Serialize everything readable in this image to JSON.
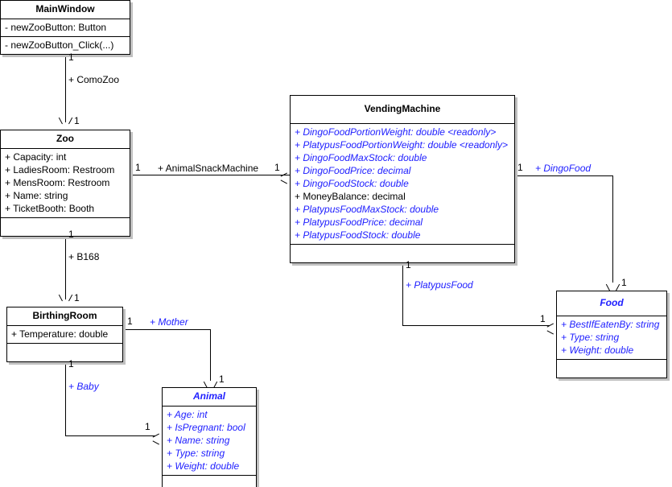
{
  "diagram": {
    "type": "uml-class-diagram",
    "colors": {
      "property": "#2020ff",
      "field": "#000000",
      "background": "#ffffff",
      "border": "#000000",
      "shadow": "#c0c0c0"
    }
  },
  "classes": {
    "mainwindow": {
      "name": "MainWindow",
      "abstract": false,
      "members": [
        "- newZooButton: Button"
      ],
      "methods": [
        "- newZooButton_Click(...)"
      ]
    },
    "zoo": {
      "name": "Zoo",
      "abstract": false,
      "members": [
        "+ Capacity: int",
        "+ LadiesRoom: Restroom",
        "+ MensRoom: Restroom",
        "+ Name: string",
        "+ TicketBooth: Booth"
      ],
      "methods": []
    },
    "vendingmachine": {
      "name": "VendingMachine",
      "abstract": false,
      "members": [
        {
          "text": "+ DingoFoodPortionWeight: double <readonly>",
          "kind": "property"
        },
        {
          "text": "+ PlatypusFoodPortionWeight: double <readonly>",
          "kind": "property"
        },
        {
          "text": "+ DingoFoodMaxStock: double",
          "kind": "property"
        },
        {
          "text": "+ DingoFoodPrice: decimal",
          "kind": "property"
        },
        {
          "text": "+ DingoFoodStock: double",
          "kind": "property"
        },
        {
          "text": "+ MoneyBalance: decimal",
          "kind": "field"
        },
        {
          "text": "+ PlatypusFoodMaxStock: double",
          "kind": "property"
        },
        {
          "text": "+ PlatypusFoodPrice: decimal",
          "kind": "property"
        },
        {
          "text": "+ PlatypusFoodStock: double",
          "kind": "property"
        }
      ],
      "methods": []
    },
    "birthingroom": {
      "name": "BirthingRoom",
      "abstract": false,
      "members": [
        "+ Temperature: double"
      ],
      "methods": []
    },
    "food": {
      "name": "Food",
      "abstract": true,
      "members": [
        "+ BestIfEatenBy: string",
        "+ Type: string",
        "+ Weight: double"
      ],
      "methods": []
    },
    "animal": {
      "name": "Animal",
      "abstract": true,
      "members": [
        "+ Age: int",
        "+ IsPregnant: bool",
        "+ Name: string",
        "+ Type: string",
        "+ Weight: double"
      ],
      "methods": []
    }
  },
  "associations": [
    {
      "id": "comozoo",
      "label": "+ ComoZoo",
      "style": "plain",
      "source_mult": "1",
      "target_mult": "1",
      "from": "MainWindow",
      "to": "Zoo"
    },
    {
      "id": "animalsnackmachine",
      "label": "+ AnimalSnackMachine",
      "style": "plain",
      "source_mult": "1",
      "target_mult": "1",
      "from": "Zoo",
      "to": "VendingMachine"
    },
    {
      "id": "b168",
      "label": "+ B168",
      "style": "plain",
      "source_mult": "1",
      "target_mult": "1",
      "from": "Zoo",
      "to": "BirthingRoom"
    },
    {
      "id": "dingofood",
      "label": "+ DingoFood",
      "style": "role",
      "source_mult": "1",
      "target_mult": "1",
      "from": "VendingMachine",
      "to": "Food"
    },
    {
      "id": "platypusfood",
      "label": "+ PlatypusFood",
      "style": "role",
      "source_mult": "1",
      "target_mult": "1",
      "from": "VendingMachine",
      "to": "Food"
    },
    {
      "id": "mother",
      "label": "+ Mother",
      "style": "role",
      "source_mult": "1",
      "target_mult": "1",
      "from": "BirthingRoom",
      "to": "Animal"
    },
    {
      "id": "baby",
      "label": "+ Baby",
      "style": "role",
      "source_mult": "1",
      "target_mult": "1",
      "from": "BirthingRoom",
      "to": "Animal"
    }
  ]
}
